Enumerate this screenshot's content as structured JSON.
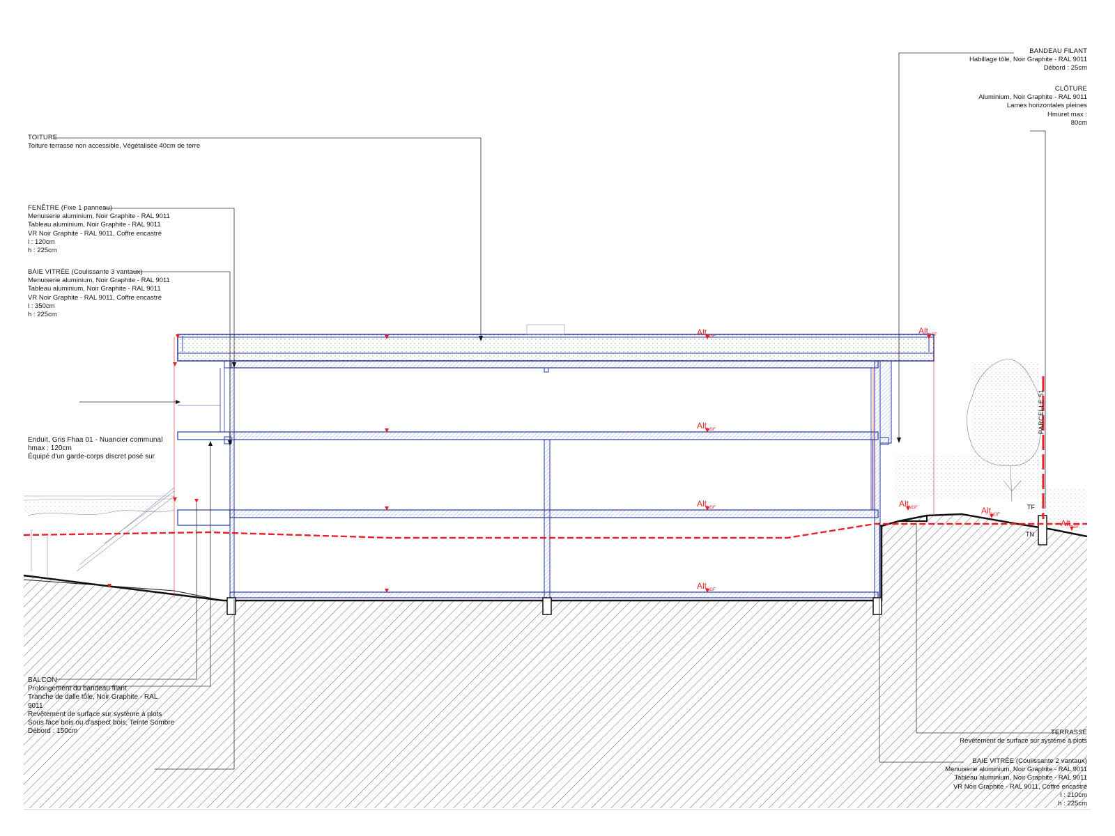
{
  "annotations": {
    "toiture": {
      "title": "TOITURE",
      "lines": [
        "Toiture terrasse non accessible, Végétalisée 40cm de terre"
      ]
    },
    "fenetre": {
      "title": "FENÊTRE (Fixe 1 panneau)",
      "lines": [
        "Menuiserie aluminium, Noir Graphite - RAL 9011",
        "Tableau aluminium, Noir Graphite - RAL 9011",
        "VR Noir Graphite - RAL 9011, Coffre encastré",
        "l : 120cm",
        "h : 225cm"
      ]
    },
    "baie_3": {
      "title": "BAIE VITRÉE (Coulissante 3 vantaux)",
      "lines": [
        "Menuiserie aluminium, Noir Graphite - RAL 9011",
        "Tableau aluminium, Noir Graphite - RAL 9011",
        "VR Noir Graphite - RAL 9011, Coffre encastré",
        "l : 350cm",
        "h : 225cm"
      ]
    },
    "enduit": {
      "title": "Enduit, Gris Fhaa 01 - Nuancier communal",
      "lines": [
        "hmax : 120cm",
        "Équipé d'un garde-corps discret posé sur"
      ]
    },
    "balcon": {
      "title": "BALCON",
      "lines": [
        "Prolongement du bandeau filant",
        "Tranche de dalle tôle, Noir Graphite - RAL",
        "9011",
        "Revêtement de surface sur système à plots",
        "Sous face bois ou d'aspect bois, Teinte Sombre",
        "Débord : 150cm"
      ]
    },
    "bandeau": {
      "title": "BANDEAU FILANT",
      "lines": [
        "Habillage tôle, Noir Graphite - RAL 9011",
        "Débord : 25cm"
      ]
    },
    "cloture": {
      "title": "CLÔTURE",
      "lines": [
        "Aluminium, Noir Graphite - RAL 9011",
        "Lames horizontales pleines",
        "Hmuret max :",
        "80cm"
      ]
    },
    "terrasse": {
      "title": "TERRASSE",
      "lines": [
        "Revêtement de surface sur système à plots"
      ]
    },
    "baie_2": {
      "title": "BAIE VITRÉE (Coulissante 2 vantaux)",
      "lines": [
        "Menuiserie aluminium, Noir Graphite - RAL 9011",
        "Tableau aluminium, Noir Graphite - RAL 9011",
        "VR Noir Graphite - RAL 9011, Coffre encastré",
        "l : 210cm",
        "h : 225cm"
      ]
    }
  },
  "levels": {
    "alt": "Alt",
    "sub": "NGF"
  },
  "parcelle": "PARCELLE 51",
  "tf": "TF",
  "tn": "TN",
  "colors": {
    "structure": "#2436a8",
    "levels": "#e8202a",
    "ink": "#111111",
    "hatch": "#555555"
  }
}
